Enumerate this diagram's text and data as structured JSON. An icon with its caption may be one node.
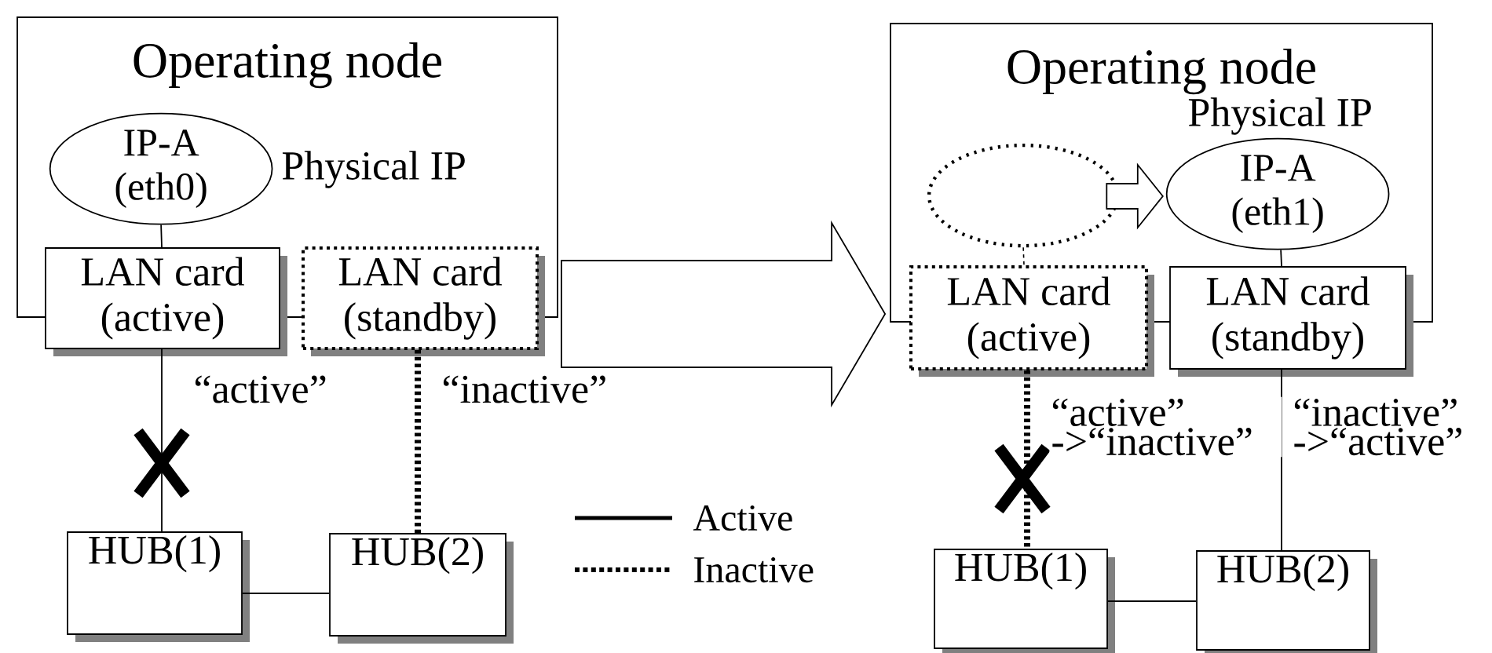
{
  "diagram": {
    "nodes": [
      {
        "text": [
          "Operating node"
        ]
      },
      {
        "text": [
          "IP-A (eth0)"
        ],
        "in": 0,
        "beside": [
          "Physical IP"
        ]
      },
      {
        "text": [
          "LAN card (active)"
        ]
      },
      {
        "text": [
          "LAN card (standby)"
        ]
      },
      {
        "text": [
          "HUB(1)"
        ]
      },
      {
        "text": [
          "HUB(2)"
        ]
      },
      {
        "text": [
          "Operating node"
        ]
      },
      {
        "text": [],
        "shape": "ellipse",
        "in": 6
      },
      {
        "text": [
          "IP-A (eth1)"
        ],
        "in": 6,
        "beside": [
          "Physical IP"
        ]
      },
      {
        "text": [
          "LAN card (active)"
        ]
      },
      {
        "text": [
          "LAN card (standby)"
        ]
      },
      {
        "text": [
          "HUB(1)"
        ]
      },
      {
        "text": [
          "HUB(2)"
        ]
      }
    ],
    "edges": [
      {
        "from": 1,
        "to": 2,
        "arrow": "none"
      },
      {
        "from": 2,
        "to": 4,
        "arrow": "none",
        "label": "“active”"
      },
      {
        "from": 3,
        "to": 5,
        "arrow": "none",
        "label": "“inactive”",
        "style": "dashed"
      },
      {
        "from": 4,
        "to": 5,
        "arrow": "none"
      },
      {
        "from": 7,
        "to": 9,
        "arrow": "none",
        "style": "dashed"
      },
      {
        "from": 8,
        "to": 10,
        "arrow": "none"
      },
      {
        "from": 9,
        "to": 11,
        "arrow": "none",
        "label": "“active” ->“inactive”",
        "style": "dashed"
      },
      {
        "from": 10,
        "to": 12,
        "arrow": "none",
        "label": "“inactive” ->“active”"
      },
      {
        "from": 11,
        "to": 12,
        "arrow": "none"
      },
      {
        "from": 7,
        "to": 8,
        "arrow": "to"
      },
      {
        "from": 0,
        "to": 6,
        "arrow": "to"
      }
    ],
    "legend": [
      {
        "text": "Active"
      },
      {
        "text": "Inactive"
      }
    ]
  }
}
